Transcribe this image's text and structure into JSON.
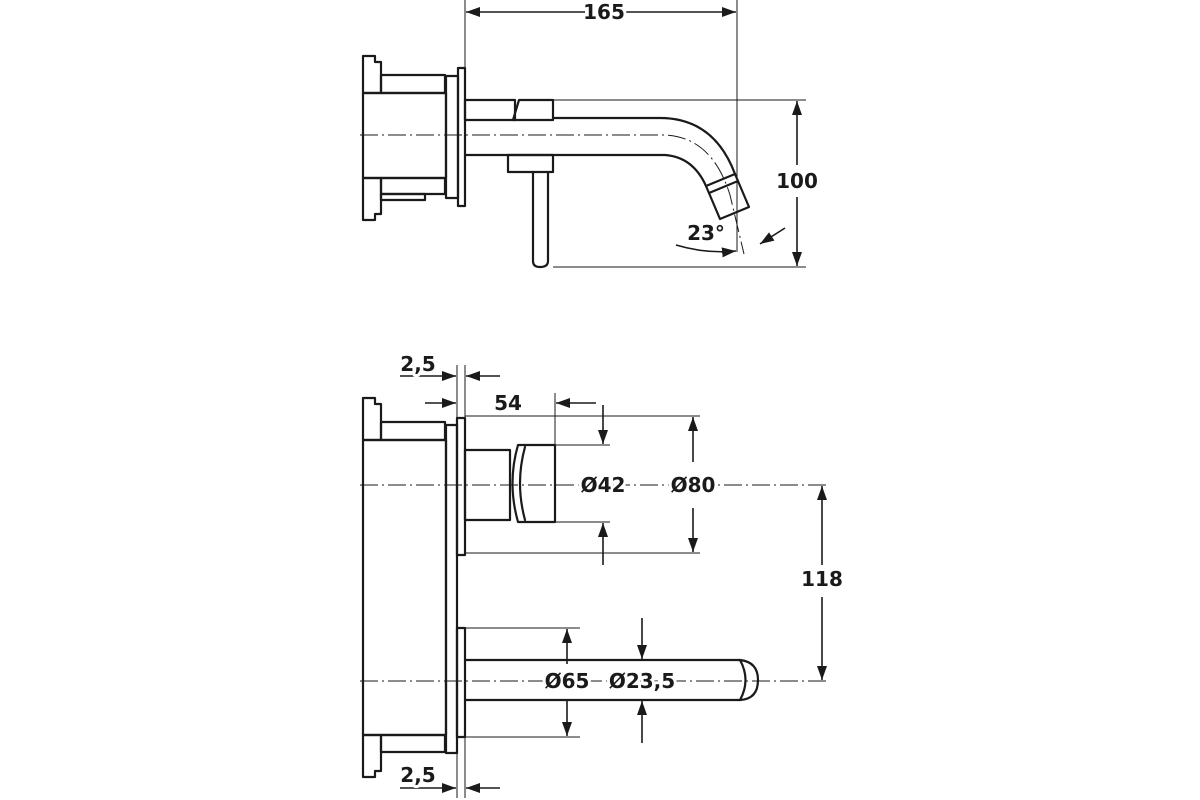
{
  "side_view": {
    "width_label": "165",
    "height_label": "100",
    "angle_label": "23°"
  },
  "top_view": {
    "plate_offset_top_label": "2,5",
    "projection_label": "54",
    "hub_diameter_label": "Ø42",
    "plate_diameter_label": "Ø80",
    "spacing_label": "118",
    "spout_plate_diameter_label": "Ø65",
    "spout_diameter_label": "Ø23,5",
    "plate_offset_bottom_label": "2,5"
  },
  "colors": {
    "line": "#1a1a1a",
    "background": "#ffffff"
  }
}
